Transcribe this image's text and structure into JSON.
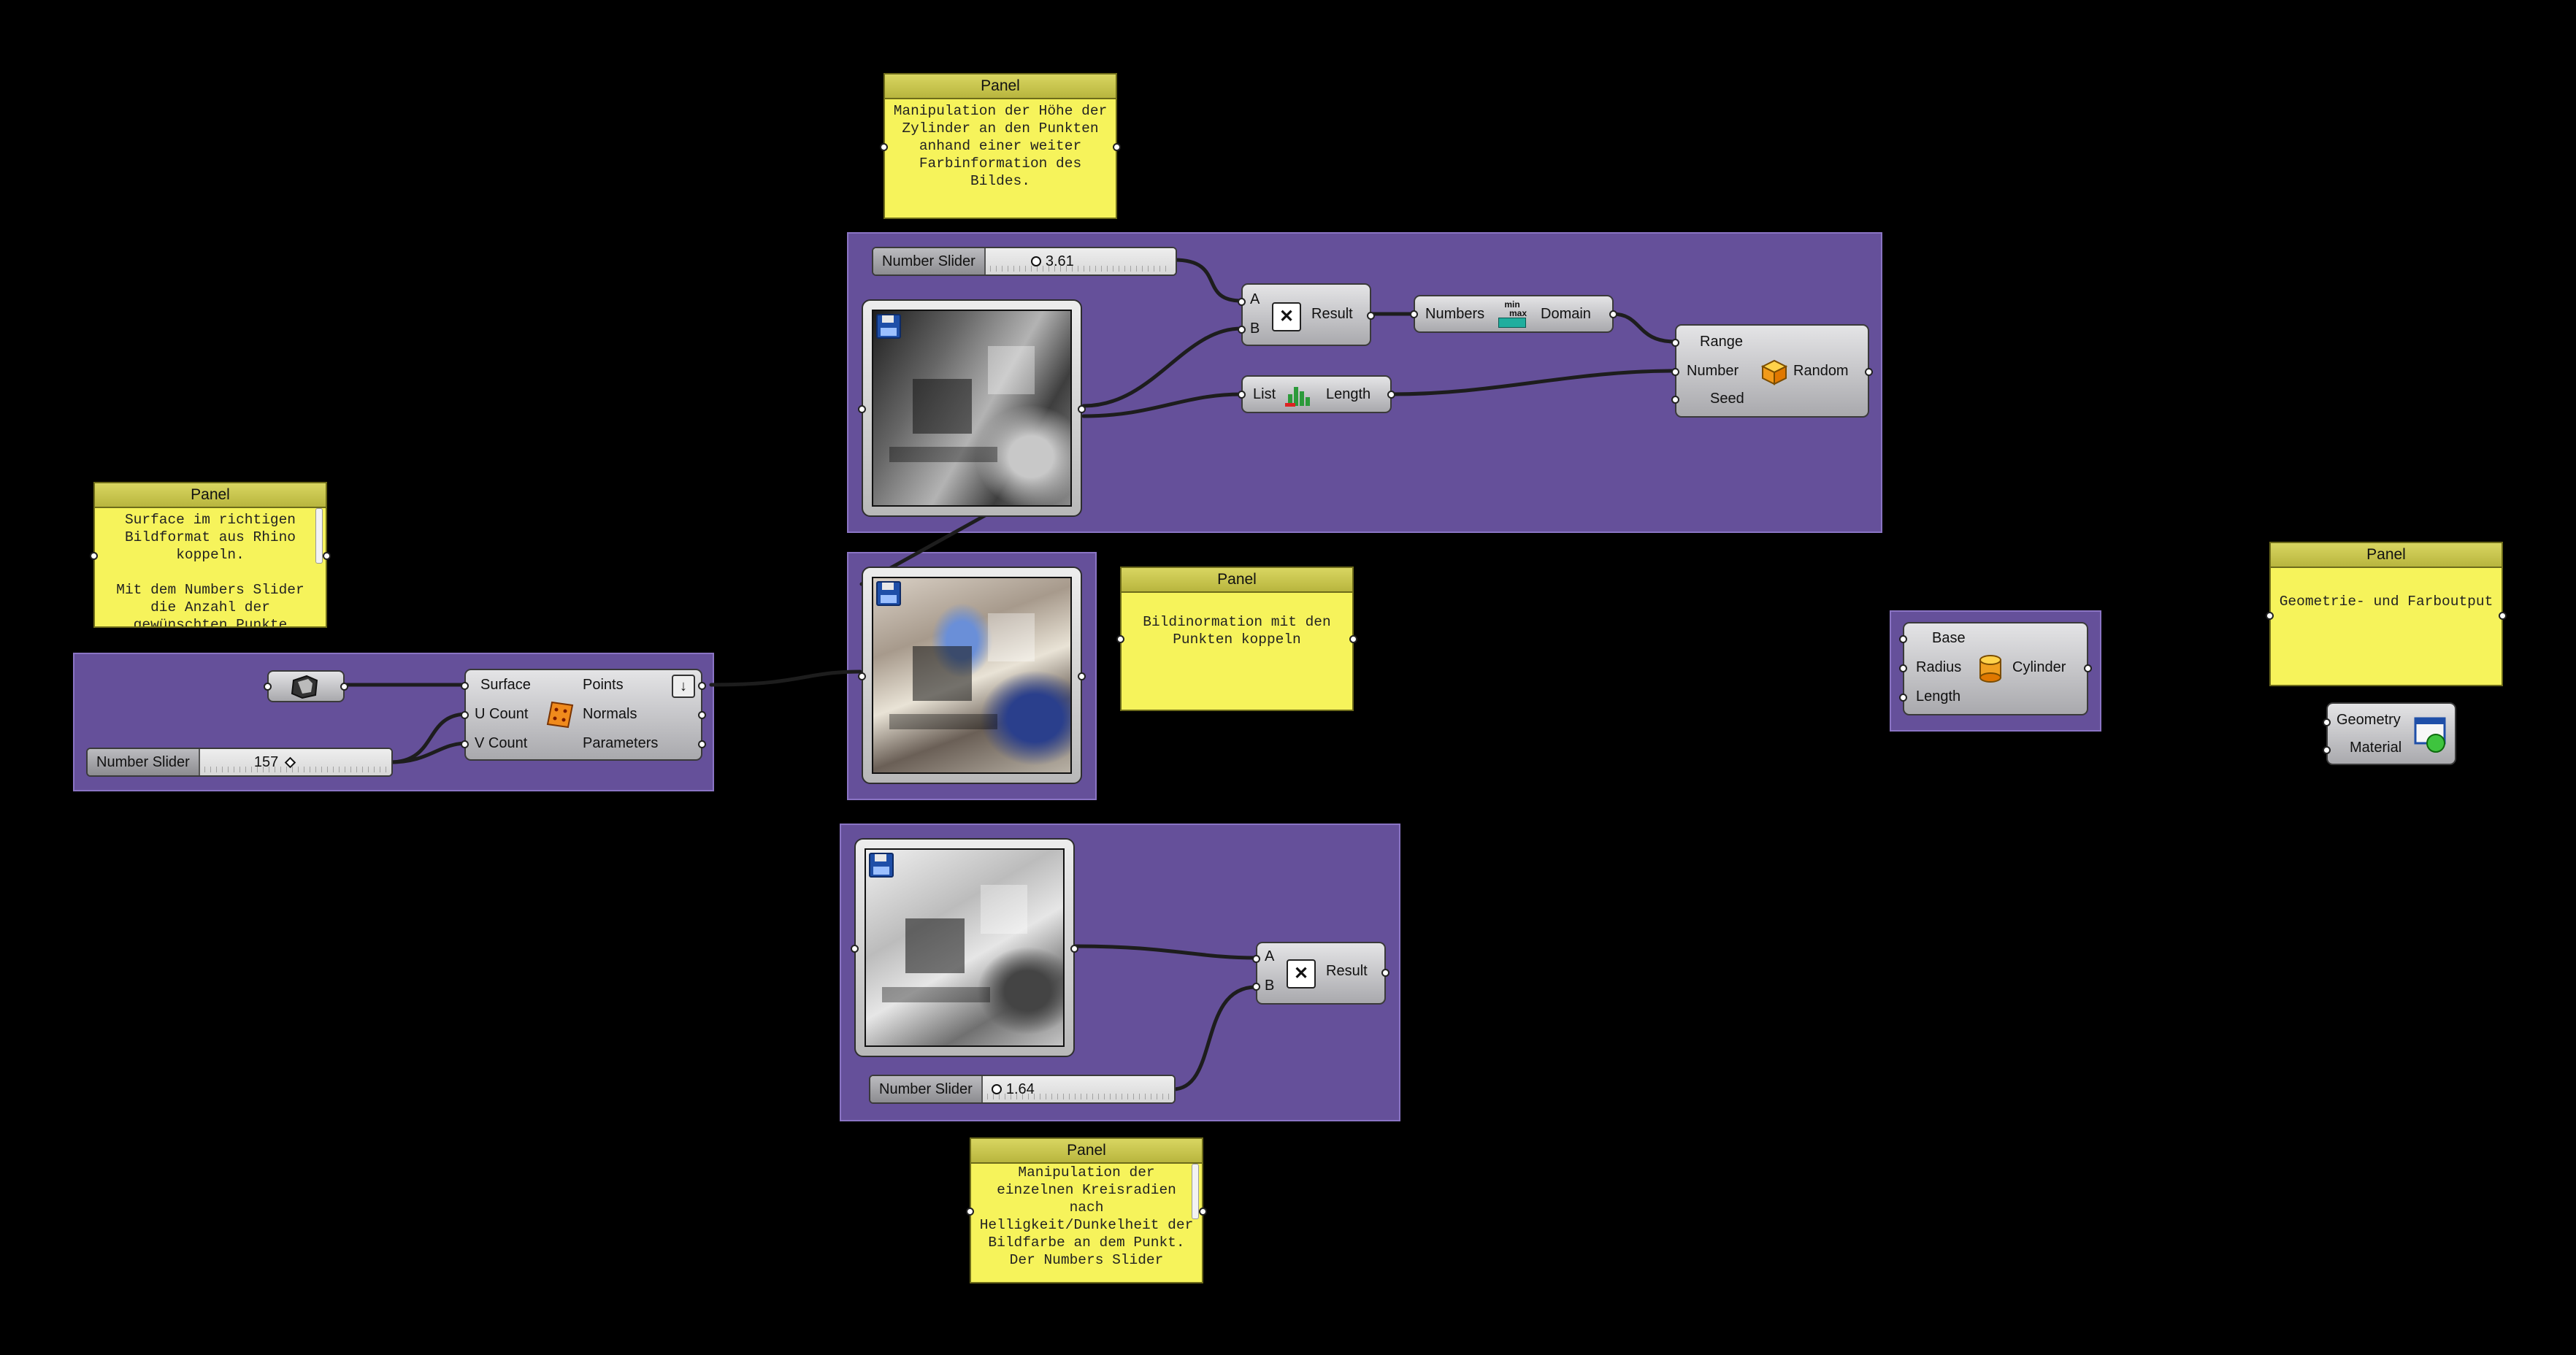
{
  "colors": {
    "canvas": "#000000",
    "group": "#65509a",
    "panel": "#f6f35b",
    "panel_header": "#c9c650",
    "component": "#c4c4c7"
  },
  "panels": {
    "top": {
      "title": "Panel",
      "text": "Manipulation der Höhe der Zylinder an den Punkten anhand einer weiter Farbinformation des Bildes."
    },
    "left": {
      "title": "Panel",
      "text": "Surface im richtigen Bildformat aus Rhino koppeln.\n\nMit dem Numbers Slider die Anzahl der gewünschten Punkte"
    },
    "middle": {
      "title": "Panel",
      "text": "Bildinormation mit den Punkten koppeln"
    },
    "bottom": {
      "title": "Panel",
      "text": "Manipulation der einzelnen Kreisradien nach Helligkeit/Dunkelheit der Bildfarbe an dem Punkt.\nDer Numbers Slider"
    },
    "right": {
      "title": "Panel",
      "text": "Geometrie- und Farboutput"
    }
  },
  "sliders": {
    "height": {
      "label": "Number Slider",
      "value": "3.61",
      "fraction": 0.28
    },
    "count": {
      "label": "Number Slider",
      "value": "157",
      "fraction": 0.5
    },
    "radius": {
      "label": "Number Slider",
      "value": "1.64",
      "fraction": 0.12
    }
  },
  "components": {
    "multiply_top": {
      "a": "A",
      "b": "B",
      "out": "Result",
      "icon": "multiply-icon"
    },
    "bounds": {
      "in": "Numbers",
      "out": "Domain",
      "icon": "bounds-icon",
      "icon_text_min": "min",
      "icon_text_max": "max"
    },
    "list_length": {
      "in": "List",
      "out": "Length",
      "icon": "list-length-icon"
    },
    "random": {
      "in1": "Range",
      "in2": "Number",
      "in3": "Seed",
      "out": "Random",
      "icon": "random-icon"
    },
    "divide_surface": {
      "in1": "Surface",
      "in2": "U Count",
      "in3": "V Count",
      "out1": "Points",
      "out2": "Normals",
      "out3": "Parameters",
      "icon": "divide-surface-icon"
    },
    "multiply_bottom": {
      "a": "A",
      "b": "B",
      "out": "Result",
      "icon": "multiply-icon"
    },
    "cylinder": {
      "in1": "Base",
      "in2": "Radius",
      "in3": "Length",
      "out": "Cylinder",
      "icon": "cylinder-icon"
    },
    "preview": {
      "in1": "Geometry",
      "in2": "Material",
      "icon": "custom-preview-icon"
    },
    "surface_param": {
      "icon": "surface-param-icon"
    }
  },
  "images": {
    "top": {
      "icon": "save-icon",
      "style": "gray"
    },
    "middle": {
      "icon": "save-icon",
      "style": "color"
    },
    "bottom": {
      "icon": "save-icon",
      "style": "light"
    }
  }
}
